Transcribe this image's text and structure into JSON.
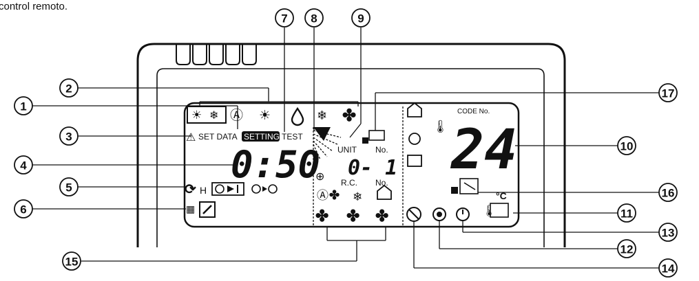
{
  "header_text": "control remoto.",
  "display": {
    "set_data": "SET DATA",
    "setting": "SETTING",
    "test": "TEST",
    "timer": "0:50",
    "unit": "UNIT",
    "unit_no": "No.",
    "unit_value": "0- 1",
    "rc": "R.C.",
    "rc_no": "No.",
    "code_no": "CODE No.",
    "code_value": "24",
    "temp_unit": "°C",
    "h_label": "H"
  },
  "callouts": [
    "1",
    "2",
    "3",
    "4",
    "5",
    "6",
    "7",
    "8",
    "9",
    "10",
    "11",
    "12",
    "13",
    "14",
    "15",
    "16",
    "17"
  ],
  "icons": {
    "warning": "⚠",
    "heat": "☀",
    "cool": "❄",
    "auto": "Ⓐ",
    "dry": "💧",
    "fan": "✤",
    "filter": "▦",
    "wrench": "🔧",
    "thermometer": "🌡",
    "no": "⊘",
    "power": "⏻",
    "swing": "⟳"
  }
}
